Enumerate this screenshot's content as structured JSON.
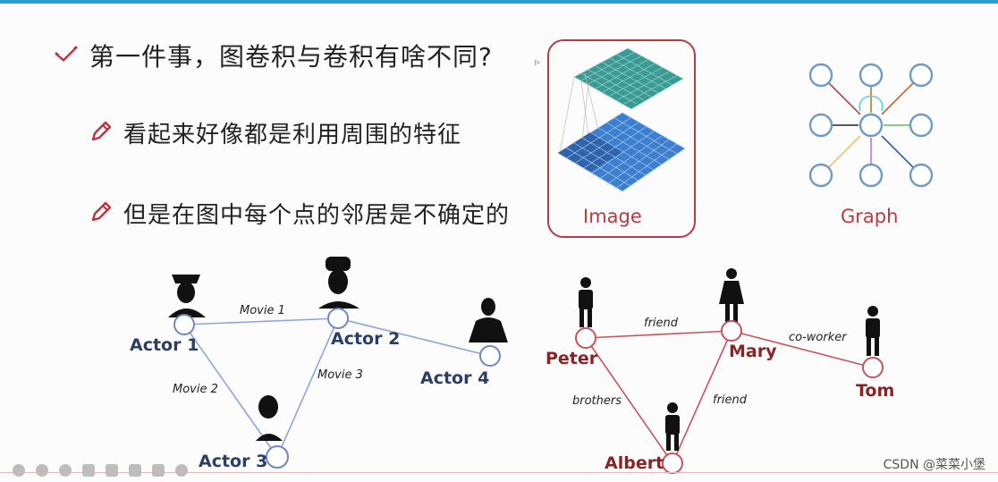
{
  "bullets": [
    {
      "text": "第一件事，图卷积与卷积有啥不同?",
      "icon": "check-icon"
    },
    {
      "text": "看起来好像都是利用周围的特征",
      "icon": "pencil-icon"
    },
    {
      "text": "但是在图中每个点的邻居是不确定的",
      "icon": "pencil-icon"
    }
  ],
  "image_caption": "Image",
  "graph_caption": "Graph",
  "actor_graph": {
    "nodes": [
      "Actor 1",
      "Actor 2",
      "Actor 3",
      "Actor 4"
    ],
    "edges": [
      "Movie 1",
      "Movie 2",
      "Movie 3"
    ]
  },
  "social_graph": {
    "nodes": [
      "Peter",
      "Mary",
      "Albert",
      "Tom"
    ],
    "edges": [
      "friend",
      "co-worker",
      "brothers",
      "friend"
    ]
  },
  "watermark": "CSDN @菜菜小堡",
  "colors": {
    "accent_red": "#b83a42",
    "node_blue": "#6f86c0",
    "edge_red": "#c9515a",
    "top_bar": "#2a9fd0"
  }
}
